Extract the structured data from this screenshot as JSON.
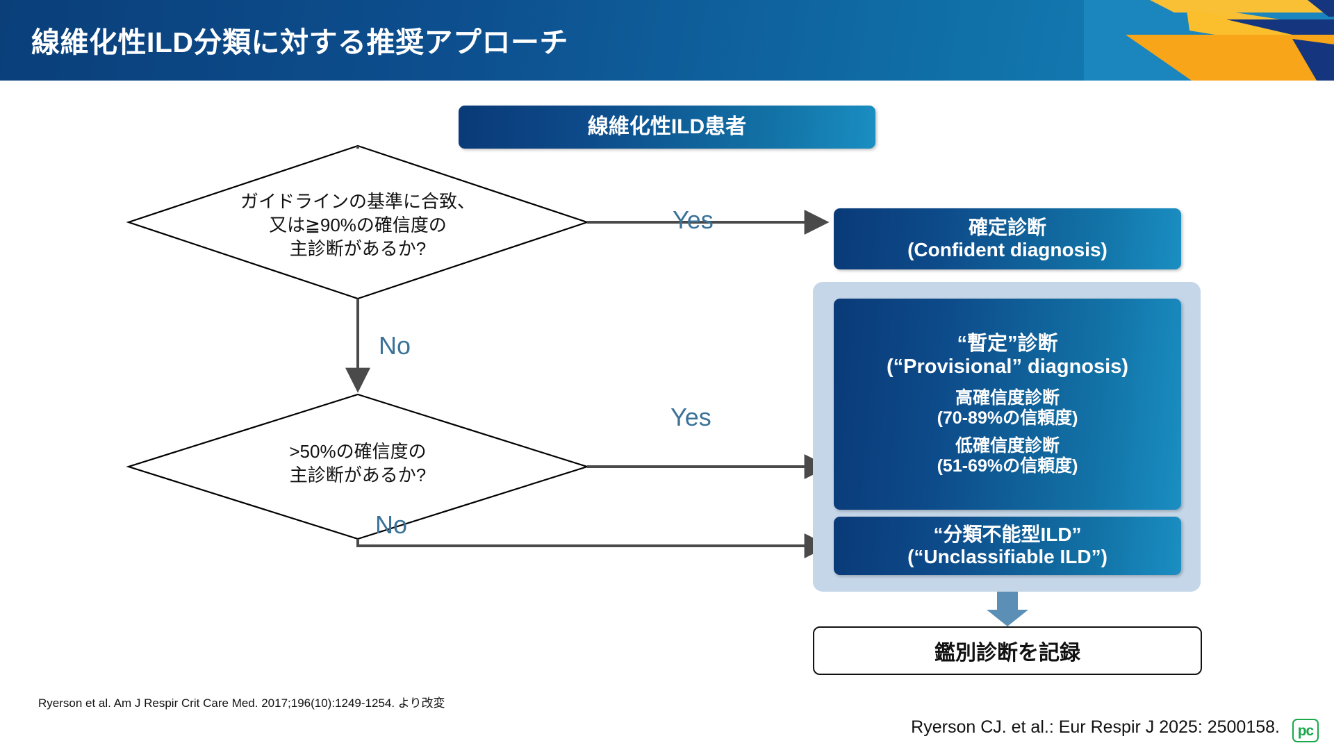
{
  "header": {
    "title": "線維化性ILD分類に対する推奨アプローチ",
    "bg_start": "#0a3f7a",
    "bg_end": "#1a86bd",
    "decoration": "angular-ribbon-decoration"
  },
  "flow": {
    "patient_box": {
      "label": "線維化性ILD患者"
    },
    "decision_1": {
      "lines": [
        "ガイドラインの基準に合致、",
        "又は≧90%の確信度の",
        "主診断があるか?"
      ],
      "yes_label": "Yes",
      "no_label": "No"
    },
    "decision_2": {
      "lines": [
        ">50%の確信度の",
        "主診断があるか?"
      ],
      "yes_label": "Yes",
      "no_label": "No"
    },
    "confident_box": {
      "line1": "確定診断",
      "line2": "(Confident diagnosis)"
    },
    "provisional_box": {
      "line1": "“暫定”診断",
      "line2": "(“Provisional” diagnosis)",
      "line3": "高確信度診断",
      "line4": "(70-89%の信頼度)",
      "line5": "低確信度診断",
      "line6": "(51-69%の信頼度)"
    },
    "unclassifiable_box": {
      "line1": "“分類不能型ILD”",
      "line2": "(“Unclassifiable ILD”)"
    },
    "record_box": {
      "label": "鑑別診断を記録"
    }
  },
  "colors": {
    "node_gradient_start": "#0a3a78",
    "node_gradient_end": "#1a8ec2",
    "group_container": "#c4d6e8",
    "connector_label": "#3b7298",
    "arrow": "#4a4a4a",
    "down_arrow": "#5b8fb5",
    "logo_green": "#1aa84a"
  },
  "footer": {
    "source_note": "Ryerson et al. Am J Respir Crit Care Med. 2017;196(10):1249-1254. より改変",
    "citation": "Ryerson CJ. et al.: Eur Respir J 2025: 2500158.",
    "logo_text": "pc"
  }
}
